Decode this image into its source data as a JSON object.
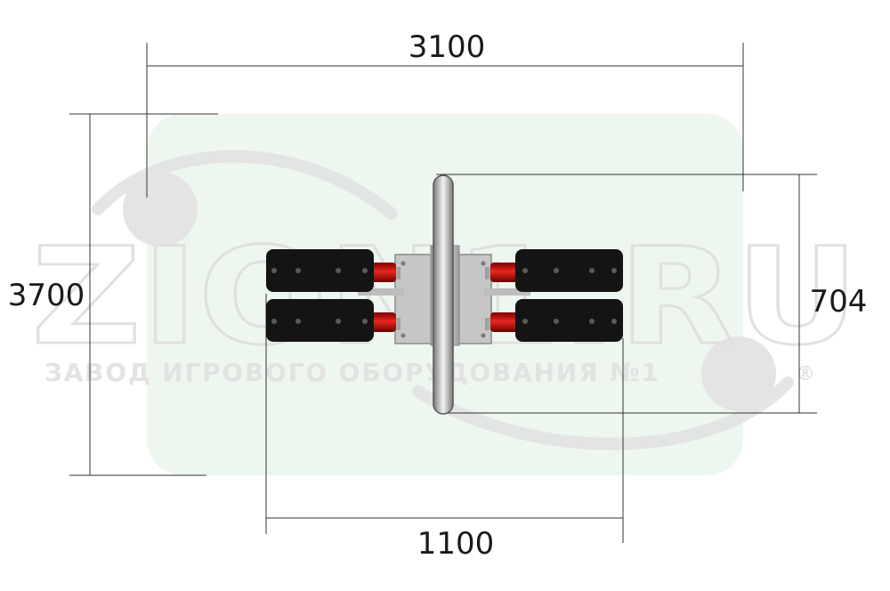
{
  "drawing": {
    "dimensions": {
      "overall_width": "3100",
      "overall_length": "3700",
      "equipment_length": "1100",
      "equipment_width": "704"
    },
    "watermark": {
      "logo": "ZION1.RU",
      "tagline": "ЗАВОД ИГРОВОГО ОБОРУДОВАНИЯ №1",
      "registered_mark": "®"
    },
    "colors": {
      "safety_zone": "#edf7ef",
      "seat": "#141414",
      "spring": "#d01a1a",
      "frame": "#bcbcbc",
      "dimension_line": "#333333",
      "watermark": "#e6e6e6"
    }
  }
}
